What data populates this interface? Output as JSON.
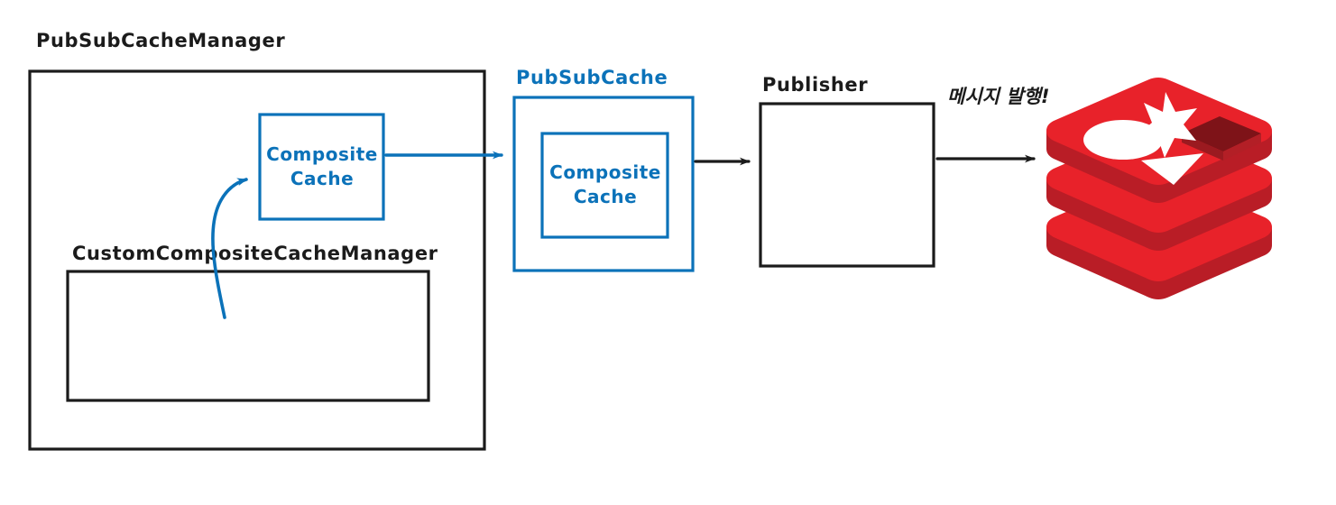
{
  "diagram": {
    "title_labels": {
      "pubsub_cache_manager": "PubSubCacheManager",
      "custom_composite_cache_manager": "CustomCompositeCacheManager",
      "pubsub_cache": "PubSubCache",
      "publisher": "Publisher",
      "message_publish": "메시지 발행!"
    },
    "boxes": {
      "composite_cache_left_line1": "Composite",
      "composite_cache_left_line2": "Cache",
      "composite_cache_mid_line1": "Composite",
      "composite_cache_mid_line2": "Cache"
    },
    "colors": {
      "blue": "#0b72b9",
      "black": "#1b1b1b",
      "redis_red_top": "#e8222a",
      "redis_red_light": "#e9262d",
      "redis_red_mid": "#c6202a",
      "redis_red_dark": "#a41b23",
      "redis_square_dark": "#7e1318",
      "background": "#ffffff"
    },
    "redis_logo": {
      "name": "redis-logo",
      "layers": 3,
      "glyphs": [
        "star",
        "ellipse",
        "triangle",
        "square"
      ]
    },
    "arrows": [
      {
        "name": "arrow-custom-manager-to-composite-cache",
        "color": "#0b72b9",
        "style": "curved"
      },
      {
        "name": "arrow-composite-cache-to-pubsub-cache",
        "color": "#0b72b9",
        "style": "straight"
      },
      {
        "name": "arrow-pubsub-cache-to-publisher",
        "color": "#1b1b1b",
        "style": "straight"
      },
      {
        "name": "arrow-publisher-to-redis",
        "color": "#1b1b1b",
        "style": "straight"
      }
    ]
  }
}
